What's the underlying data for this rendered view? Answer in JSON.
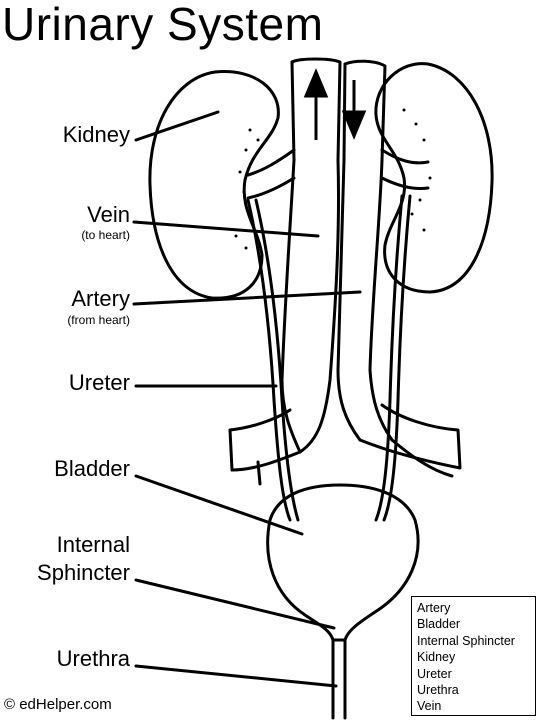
{
  "title": "Urinary System",
  "labels": {
    "kidney": "Kidney",
    "vein": "Vein",
    "vein_note": "(to heart)",
    "artery": "Artery",
    "artery_note": "(from heart)",
    "ureter": "Ureter",
    "bladder": "Bladder",
    "internal_line1": "Internal",
    "internal_line2": "Sphincter",
    "urethra": "Urethra"
  },
  "word_bank": [
    "Artery",
    "Bladder",
    "Internal Sphincter",
    "Kidney",
    "Ureter",
    "Urethra",
    "Vein"
  ],
  "credit": "© edHelper.com"
}
